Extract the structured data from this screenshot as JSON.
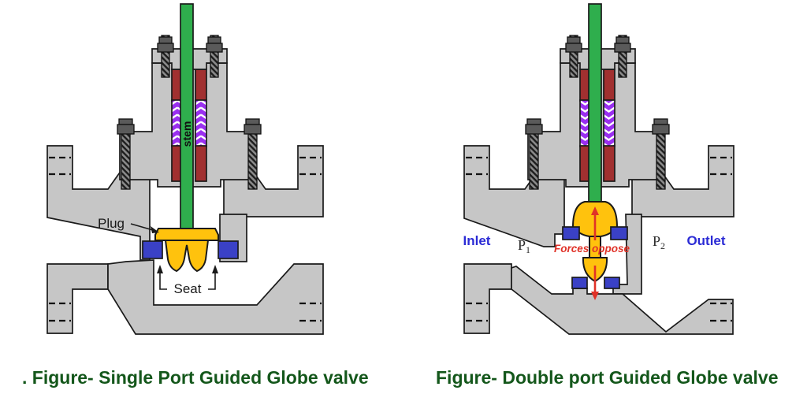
{
  "diagram": {
    "left_valve": {
      "caption": ". Figure- Single Port Guided Globe valve",
      "stem_label": "stem",
      "plug_label": "Plug",
      "seat_label": "Seat"
    },
    "right_valve": {
      "caption": "Figure- Double port Guided Globe valve",
      "inlet_label": "Inlet",
      "outlet_label": "Outlet",
      "p1": "P",
      "p1_sub": "1",
      "p2": "P",
      "p2_sub": "2",
      "forces_label": "Forces oppose"
    },
    "colors": {
      "body": "#c6c6c6",
      "stem": "#2fae4d",
      "packing_red": "#a13030",
      "packing_purple": "#9a2ff0",
      "gasket": "#9933cc",
      "seat_blue": "#3a41c6",
      "plug_yellow": "#ffc20d",
      "label_blue": "#2b2bd5",
      "caption_green": "#14571b",
      "force_red": "#e03228"
    }
  }
}
